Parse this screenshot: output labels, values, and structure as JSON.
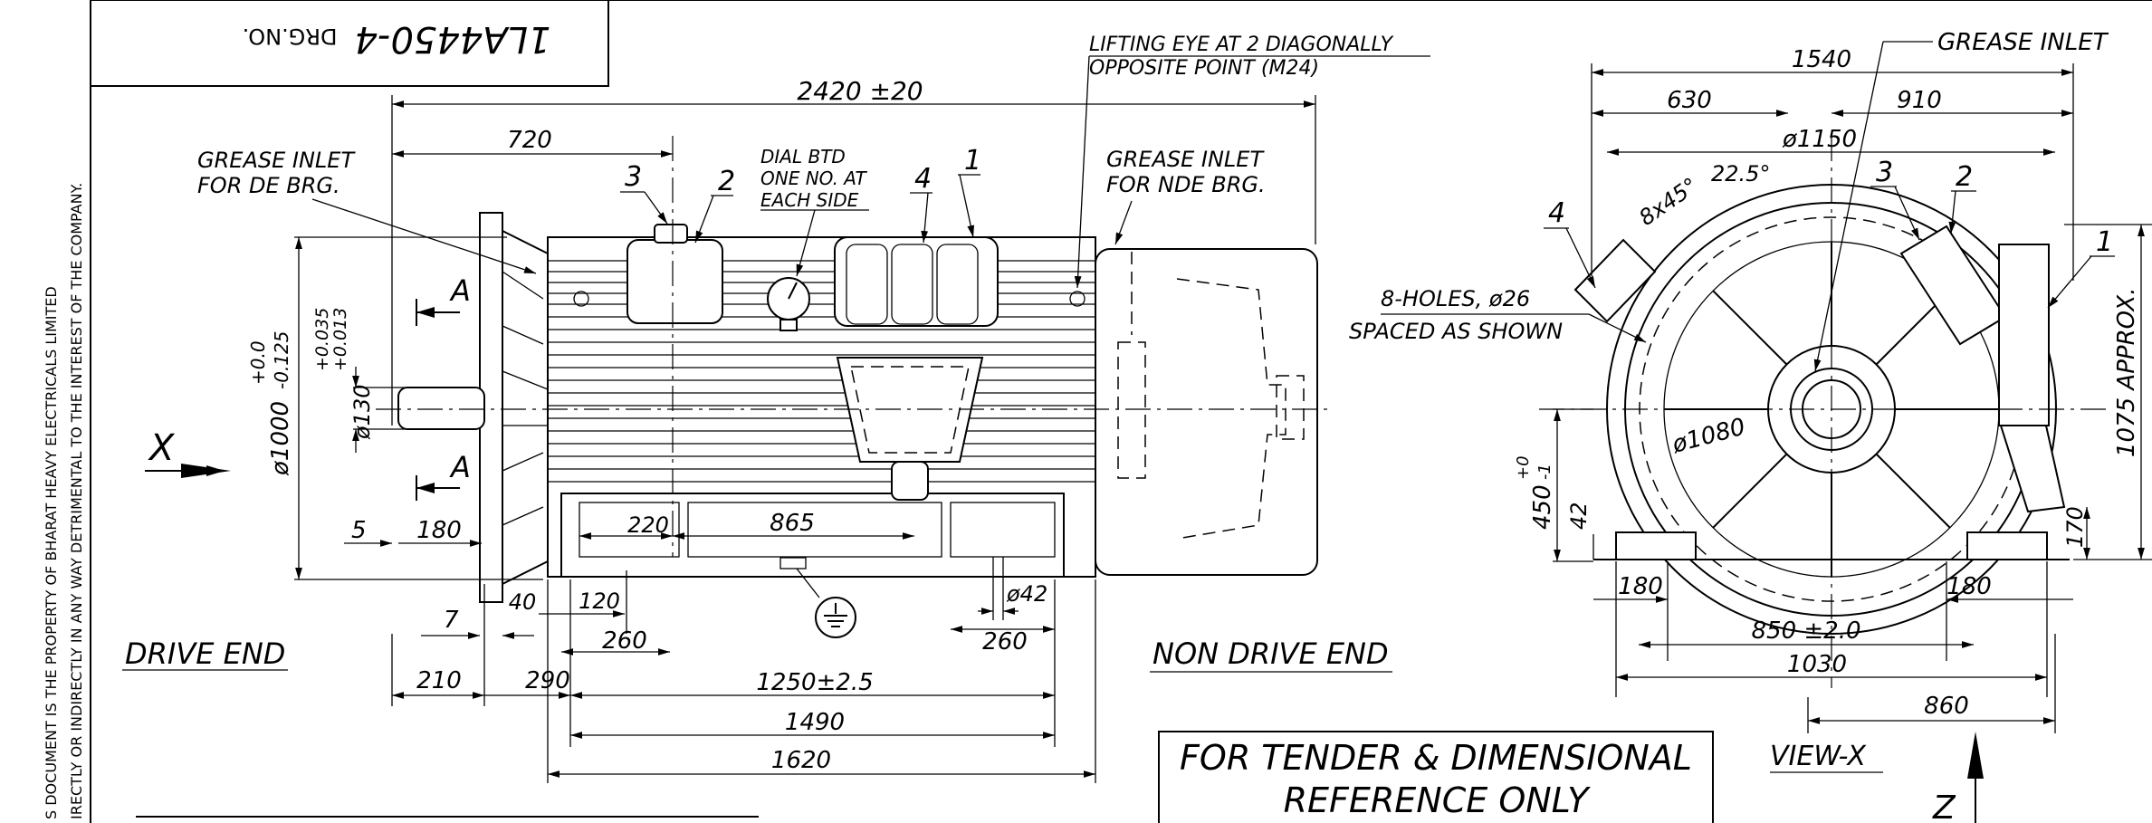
{
  "drawing_number": {
    "label": "DRG.NO.",
    "value": "1LA4450-4"
  },
  "side_note": {
    "line1": "S DOCUMENT IS THE PROPERTY OF BHARAT HEAVY ELECTRICALS LIMITED",
    "line2": "IRECTLY OR INDIRECTLY IN ANY WAY DETRIMENTAL TO THE INTEREST OF THE COMPANY."
  },
  "front_view": {
    "overall_length": "2420 ±20",
    "dim_720": "720",
    "grease_de_1": "GREASE INLET",
    "grease_de_2": "FOR DE BRG.",
    "dial_1": "DIAL BTD",
    "dial_2": "ONE NO. AT",
    "dial_3": "EACH SIDE",
    "lifting_1": "LIFTING EYE AT 2 DIAGONALLY",
    "lifting_2": "OPPOSITE POINT (M24)",
    "grease_nde_1": "GREASE INLET",
    "grease_nde_2": "FOR NDE BRG.",
    "item_3": "3",
    "item_2": "2",
    "item_4": "4",
    "item_1": "1",
    "section_a": "A",
    "arrow_x": "X",
    "dia_1000": "ø1000",
    "tol_1000_up": "+0.0",
    "tol_1000_dn": "-0.125",
    "dia_130": "ø130",
    "tol_130_up": "+0.035",
    "tol_130_dn": "+0.013",
    "dim_5": "5",
    "dim_180": "180",
    "dim_220": "220",
    "dim_865": "865",
    "dim_40": "40",
    "dim_120": "120",
    "dim_7": "7",
    "dim_260a": "260",
    "dim_260b": "260",
    "dim_phi42": "ø42",
    "dim_210": "210",
    "dim_290": "290",
    "dim_1250": "1250±2.5",
    "dim_1490": "1490",
    "dim_1620": "1620",
    "drive_end": "DRIVE END",
    "non_drive_end": "NON DRIVE END"
  },
  "end_view": {
    "dim_1540": "1540",
    "dim_630": "630",
    "dim_910": "910",
    "dim_1150": "ø1150",
    "grease_inlet": "GREASE INLET",
    "angle_8x45": "8x45°",
    "angle_22": "22.5°",
    "item_4": "4",
    "item_3": "3",
    "item_2": "2",
    "item_1": "1",
    "holes_1": "8-HOLES, ø26",
    "holes_2": "SPACED AS SHOWN",
    "dim_1080": "ø1080",
    "dim_1075": "1075 APPROX.",
    "dim_450": "450",
    "tol_450_up": "+0",
    "tol_450_dn": "-1",
    "dim_42": "42",
    "dim_170": "170",
    "dim_180a": "180",
    "dim_180b": "180",
    "dim_850": "850 ±2.0",
    "dim_1030": "1030",
    "dim_860": "860",
    "view_label": "VIEW-X",
    "z_label": "Z"
  },
  "tender_note": {
    "line1": "FOR TENDER & DIMENSIONAL",
    "line2": "REFERENCE ONLY"
  }
}
